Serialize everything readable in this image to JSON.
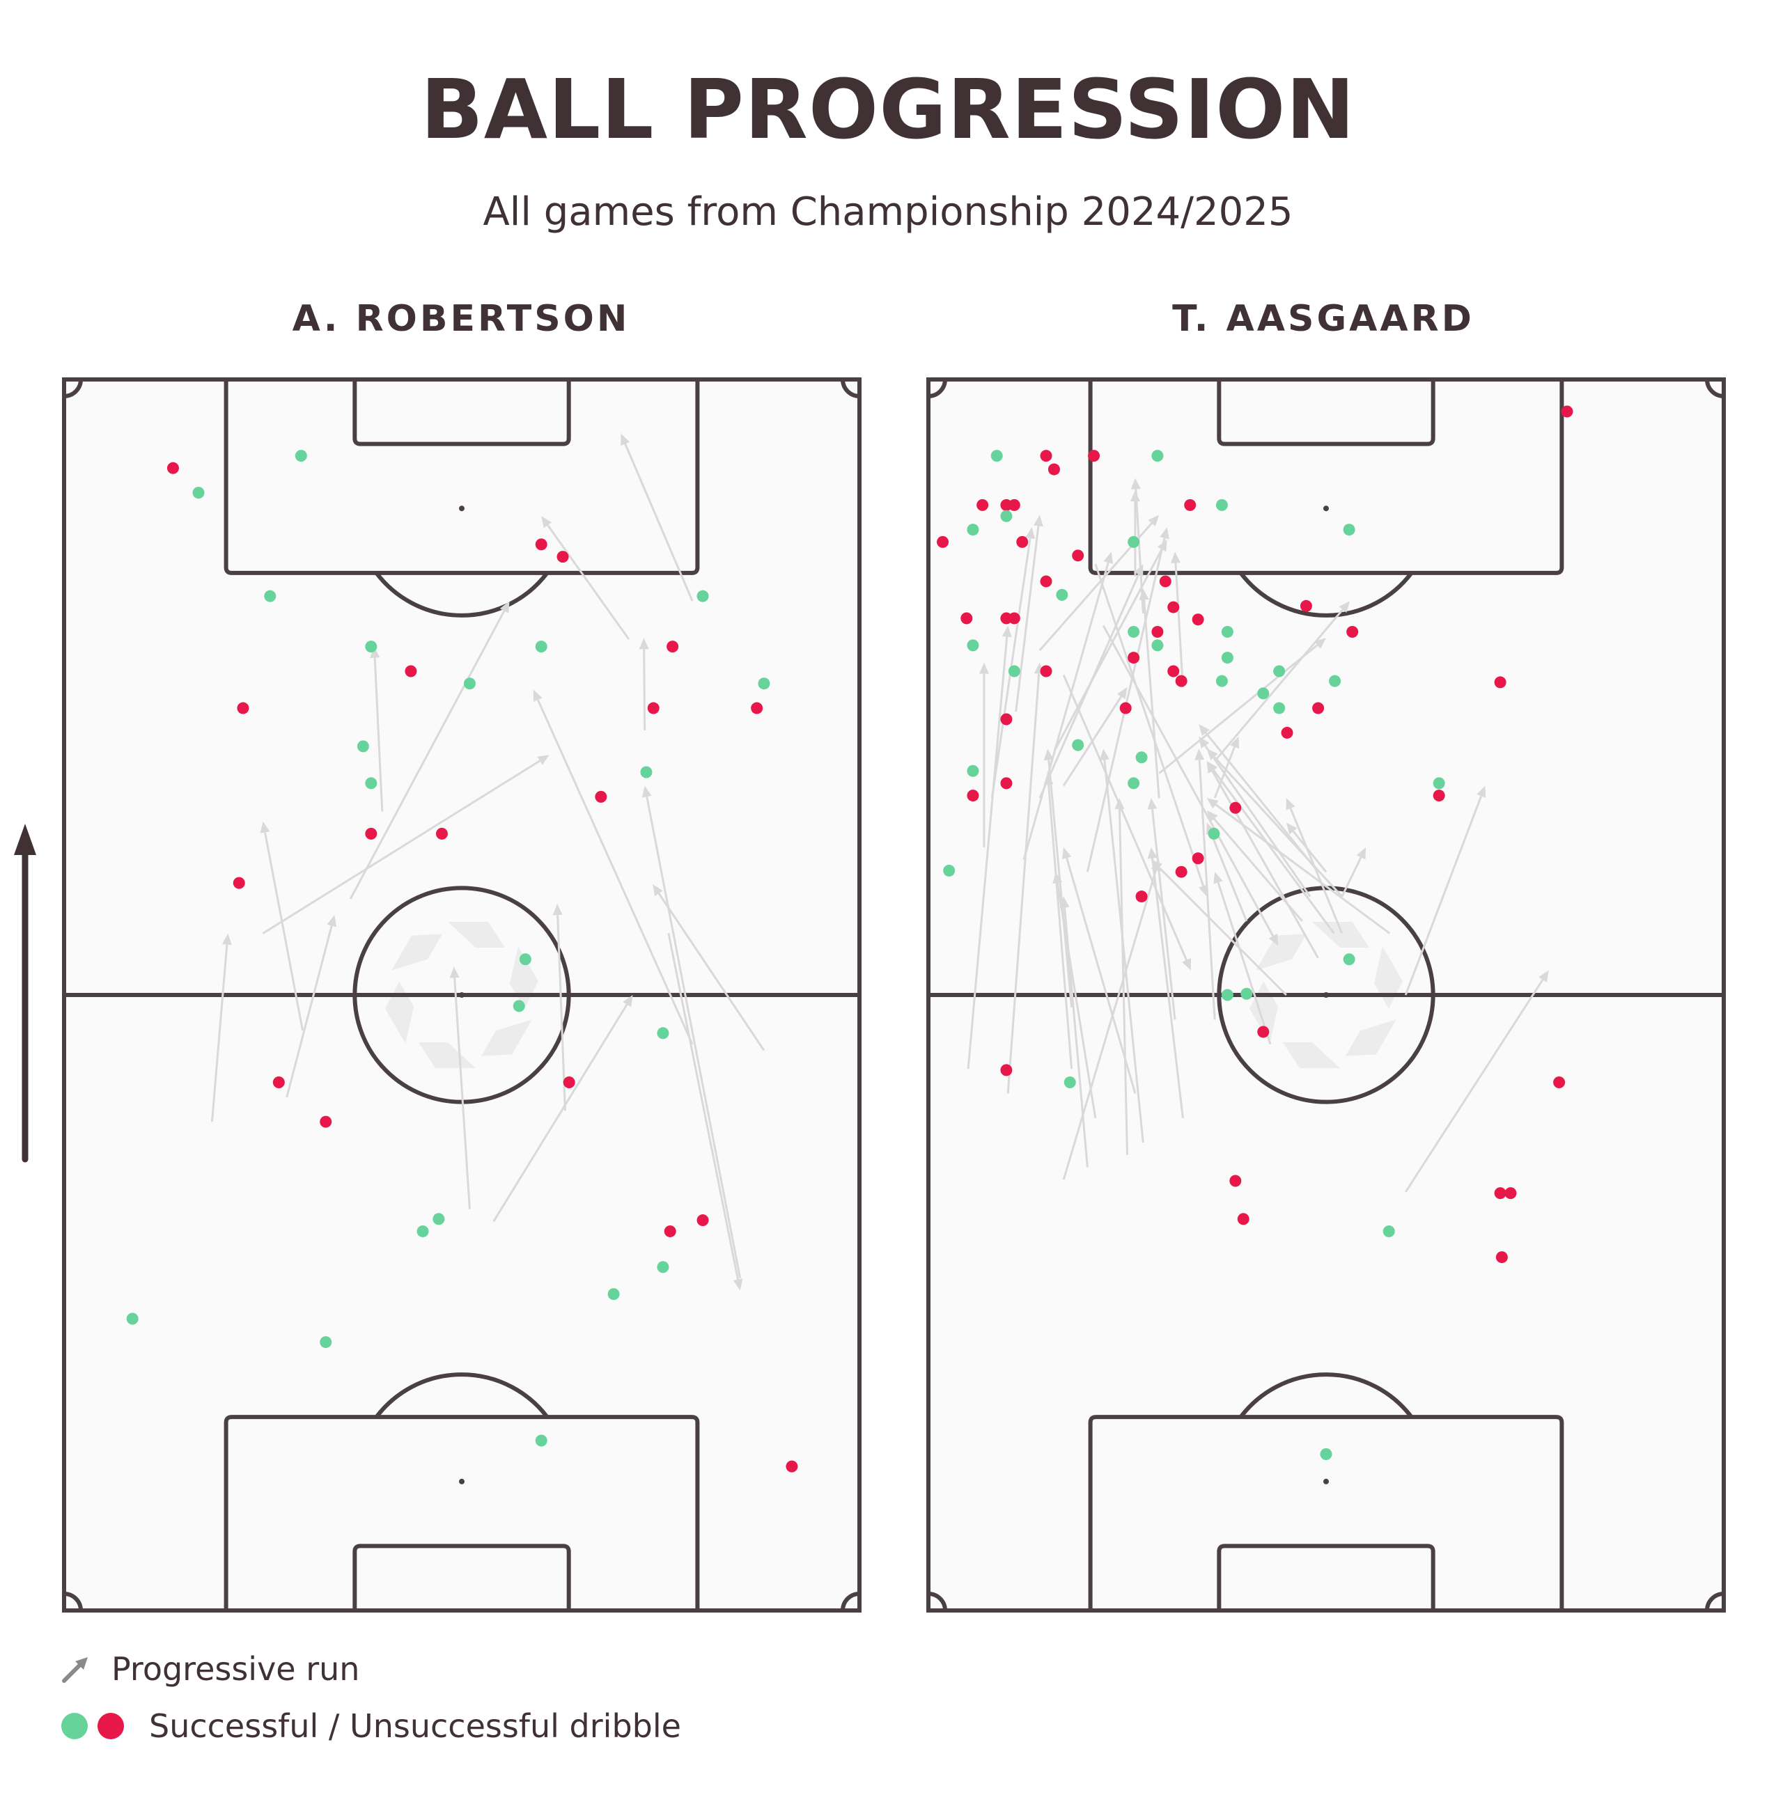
{
  "header": {
    "title": "BALL PROGRESSION",
    "subtitle": "All games from Championship 2024/2025"
  },
  "legend": {
    "run_label": "Progressive run",
    "dribble_label": "Successful / Unsuccessful dribble"
  },
  "colors": {
    "success": "#66d39b",
    "fail": "#e8174a",
    "arrow": "#d9d9d9",
    "line": "#4a3f42",
    "pitch_fill": "#fafafa",
    "direction_arrow": "#3f3134"
  },
  "icons": {
    "direction": "arrow-up-icon",
    "run": "arrow-diagonal-icon",
    "center_logo": "star-logo-icon"
  },
  "chart_data": [
    {
      "type": "scatter",
      "title": "A. ROBERTSON",
      "coordinate_space": {
        "x": [
          0,
          100
        ],
        "y": [
          0,
          100
        ],
        "y_direction": "attacking-up"
      },
      "dribbles": [
        {
          "x": 13.7,
          "y": 92.8,
          "success": false
        },
        {
          "x": 16.9,
          "y": 90.8,
          "success": true
        },
        {
          "x": 29.8,
          "y": 93.8,
          "success": true
        },
        {
          "x": 60.0,
          "y": 86.6,
          "success": false
        },
        {
          "x": 62.7,
          "y": 85.6,
          "success": false
        },
        {
          "x": 25.9,
          "y": 82.4,
          "success": true
        },
        {
          "x": 80.3,
          "y": 82.4,
          "success": true
        },
        {
          "x": 38.6,
          "y": 78.3,
          "success": true
        },
        {
          "x": 60.0,
          "y": 78.3,
          "success": true
        },
        {
          "x": 76.5,
          "y": 78.3,
          "success": false
        },
        {
          "x": 43.6,
          "y": 76.3,
          "success": false
        },
        {
          "x": 51.0,
          "y": 75.3,
          "success": true
        },
        {
          "x": 88.0,
          "y": 75.3,
          "success": true
        },
        {
          "x": 22.5,
          "y": 73.3,
          "success": false
        },
        {
          "x": 74.1,
          "y": 73.3,
          "success": false
        },
        {
          "x": 87.1,
          "y": 73.3,
          "success": false
        },
        {
          "x": 37.6,
          "y": 70.2,
          "success": true
        },
        {
          "x": 73.2,
          "y": 68.1,
          "success": true
        },
        {
          "x": 38.6,
          "y": 67.2,
          "success": true
        },
        {
          "x": 67.5,
          "y": 66.1,
          "success": false
        },
        {
          "x": 38.6,
          "y": 63.1,
          "success": false
        },
        {
          "x": 47.5,
          "y": 63.1,
          "success": false
        },
        {
          "x": 22.0,
          "y": 59.1,
          "success": false
        },
        {
          "x": 58.0,
          "y": 52.9,
          "success": true
        },
        {
          "x": 57.2,
          "y": 49.1,
          "success": true
        },
        {
          "x": 75.3,
          "y": 46.9,
          "success": true
        },
        {
          "x": 27.0,
          "y": 42.9,
          "success": false
        },
        {
          "x": 63.5,
          "y": 42.9,
          "success": false
        },
        {
          "x": 32.9,
          "y": 39.7,
          "success": false
        },
        {
          "x": 47.1,
          "y": 31.8,
          "success": true
        },
        {
          "x": 45.1,
          "y": 30.8,
          "success": true
        },
        {
          "x": 76.2,
          "y": 30.8,
          "success": false
        },
        {
          "x": 80.3,
          "y": 31.7,
          "success": false
        },
        {
          "x": 75.3,
          "y": 27.9,
          "success": true
        },
        {
          "x": 69.1,
          "y": 25.7,
          "success": true
        },
        {
          "x": 8.6,
          "y": 23.7,
          "success": true
        },
        {
          "x": 32.9,
          "y": 21.8,
          "success": true
        },
        {
          "x": 60.0,
          "y": 13.8,
          "success": true
        },
        {
          "x": 91.5,
          "y": 11.7,
          "success": false
        }
      ],
      "runs": [
        {
          "x1": 18.6,
          "y1": 39.7,
          "x2": 20.6,
          "y2": 55.0
        },
        {
          "x1": 30.0,
          "y1": 47.1,
          "x2": 25.0,
          "y2": 64.1
        },
        {
          "x1": 28.0,
          "y1": 41.7,
          "x2": 34.0,
          "y2": 56.5
        },
        {
          "x1": 25.0,
          "y1": 55.0,
          "x2": 61.0,
          "y2": 69.5
        },
        {
          "x1": 36.0,
          "y1": 57.8,
          "x2": 56.0,
          "y2": 82.0
        },
        {
          "x1": 40.0,
          "y1": 64.9,
          "x2": 39.0,
          "y2": 78.3
        },
        {
          "x1": 73.0,
          "y1": 71.5,
          "x2": 72.9,
          "y2": 79.0
        },
        {
          "x1": 71.0,
          "y1": 78.9,
          "x2": 60.0,
          "y2": 88.9
        },
        {
          "x1": 79.0,
          "y1": 82.0,
          "x2": 70.0,
          "y2": 95.6
        },
        {
          "x1": 79.0,
          "y1": 46.0,
          "x2": 59.0,
          "y2": 74.8
        },
        {
          "x1": 88.0,
          "y1": 45.5,
          "x2": 74.0,
          "y2": 59.0
        },
        {
          "x1": 85.0,
          "y1": 27.0,
          "x2": 73.0,
          "y2": 67.0
        },
        {
          "x1": 76.0,
          "y1": 55.0,
          "x2": 85.0,
          "y2": 26.0
        },
        {
          "x1": 63.0,
          "y1": 40.6,
          "x2": 62.0,
          "y2": 57.4
        },
        {
          "x1": 54.0,
          "y1": 31.6,
          "x2": 71.5,
          "y2": 50.0
        },
        {
          "x1": 51.0,
          "y1": 32.6,
          "x2": 49.0,
          "y2": 52.3
        }
      ]
    },
    {
      "type": "scatter",
      "title": "T. AASGAARD",
      "coordinate_space": {
        "x": [
          0,
          100
        ],
        "y": [
          0,
          100
        ],
        "y_direction": "attacking-up"
      },
      "dribbles": [
        {
          "x": 80.3,
          "y": 97.4,
          "success": false
        },
        {
          "x": 8.6,
          "y": 93.8,
          "success": true
        },
        {
          "x": 14.8,
          "y": 93.8,
          "success": false
        },
        {
          "x": 20.8,
          "y": 93.8,
          "success": false
        },
        {
          "x": 28.8,
          "y": 93.8,
          "success": true
        },
        {
          "x": 15.8,
          "y": 92.7,
          "success": false
        },
        {
          "x": 6.8,
          "y": 89.8,
          "success": false
        },
        {
          "x": 9.8,
          "y": 89.8,
          "success": false
        },
        {
          "x": 10.8,
          "y": 89.8,
          "success": false
        },
        {
          "x": 32.9,
          "y": 89.8,
          "success": false
        },
        {
          "x": 36.9,
          "y": 89.8,
          "success": true
        },
        {
          "x": 9.8,
          "y": 88.9,
          "success": true
        },
        {
          "x": 5.6,
          "y": 87.8,
          "success": true
        },
        {
          "x": 52.9,
          "y": 87.8,
          "success": true
        },
        {
          "x": 1.8,
          "y": 86.8,
          "success": false
        },
        {
          "x": 11.8,
          "y": 86.8,
          "success": false
        },
        {
          "x": 25.8,
          "y": 86.8,
          "success": true
        },
        {
          "x": 18.8,
          "y": 85.7,
          "success": false
        },
        {
          "x": 14.8,
          "y": 83.6,
          "success": false
        },
        {
          "x": 29.8,
          "y": 83.6,
          "success": false
        },
        {
          "x": 16.8,
          "y": 82.5,
          "success": true
        },
        {
          "x": 30.8,
          "y": 81.5,
          "success": false
        },
        {
          "x": 47.5,
          "y": 81.6,
          "success": false
        },
        {
          "x": 4.8,
          "y": 80.6,
          "success": false
        },
        {
          "x": 9.8,
          "y": 80.6,
          "success": false
        },
        {
          "x": 10.8,
          "y": 80.6,
          "success": false
        },
        {
          "x": 33.9,
          "y": 80.5,
          "success": false
        },
        {
          "x": 25.8,
          "y": 79.5,
          "success": true
        },
        {
          "x": 28.8,
          "y": 79.5,
          "success": false
        },
        {
          "x": 37.6,
          "y": 79.5,
          "success": true
        },
        {
          "x": 53.3,
          "y": 79.5,
          "success": false
        },
        {
          "x": 5.6,
          "y": 78.4,
          "success": true
        },
        {
          "x": 28.8,
          "y": 78.4,
          "success": true
        },
        {
          "x": 25.8,
          "y": 77.4,
          "success": false
        },
        {
          "x": 37.6,
          "y": 77.4,
          "success": true
        },
        {
          "x": 10.8,
          "y": 76.3,
          "success": true
        },
        {
          "x": 14.8,
          "y": 76.3,
          "success": false
        },
        {
          "x": 30.8,
          "y": 76.3,
          "success": false
        },
        {
          "x": 44.1,
          "y": 76.3,
          "success": true
        },
        {
          "x": 31.8,
          "y": 75.5,
          "success": false
        },
        {
          "x": 36.9,
          "y": 75.5,
          "success": true
        },
        {
          "x": 51.1,
          "y": 75.5,
          "success": true
        },
        {
          "x": 71.9,
          "y": 75.4,
          "success": false
        },
        {
          "x": 42.1,
          "y": 74.5,
          "success": true
        },
        {
          "x": 24.8,
          "y": 73.3,
          "success": false
        },
        {
          "x": 44.1,
          "y": 73.3,
          "success": true
        },
        {
          "x": 49.0,
          "y": 73.3,
          "success": false
        },
        {
          "x": 9.8,
          "y": 72.4,
          "success": false
        },
        {
          "x": 45.1,
          "y": 71.3,
          "success": false
        },
        {
          "x": 18.8,
          "y": 70.3,
          "success": true
        },
        {
          "x": 26.8,
          "y": 69.3,
          "success": true
        },
        {
          "x": 5.6,
          "y": 68.2,
          "success": true
        },
        {
          "x": 64.2,
          "y": 67.2,
          "success": true
        },
        {
          "x": 9.8,
          "y": 67.2,
          "success": false
        },
        {
          "x": 25.8,
          "y": 67.2,
          "success": true
        },
        {
          "x": 64.2,
          "y": 66.2,
          "success": false
        },
        {
          "x": 5.6,
          "y": 66.2,
          "success": false
        },
        {
          "x": 38.6,
          "y": 65.2,
          "success": false
        },
        {
          "x": 35.9,
          "y": 63.1,
          "success": true
        },
        {
          "x": 2.6,
          "y": 60.1,
          "success": true
        },
        {
          "x": 33.9,
          "y": 61.1,
          "success": false
        },
        {
          "x": 31.8,
          "y": 60.0,
          "success": false
        },
        {
          "x": 26.8,
          "y": 58.0,
          "success": false
        },
        {
          "x": 52.9,
          "y": 52.9,
          "success": true
        },
        {
          "x": 40.0,
          "y": 50.1,
          "success": true
        },
        {
          "x": 37.6,
          "y": 50.0,
          "success": true
        },
        {
          "x": 42.1,
          "y": 47.0,
          "success": false
        },
        {
          "x": 9.8,
          "y": 43.9,
          "success": false
        },
        {
          "x": 17.8,
          "y": 42.9,
          "success": true
        },
        {
          "x": 79.3,
          "y": 42.9,
          "success": false
        },
        {
          "x": 38.6,
          "y": 34.9,
          "success": false
        },
        {
          "x": 39.6,
          "y": 31.8,
          "success": false
        },
        {
          "x": 71.9,
          "y": 33.9,
          "success": false
        },
        {
          "x": 73.2,
          "y": 33.9,
          "success": false
        },
        {
          "x": 57.9,
          "y": 30.8,
          "success": true
        },
        {
          "x": 72.1,
          "y": 28.7,
          "success": false
        },
        {
          "x": 50.0,
          "y": 12.7,
          "success": true
        }
      ],
      "runs": [
        {
          "x1": 5.0,
          "y1": 44.0,
          "x2": 10.0,
          "y2": 80.0
        },
        {
          "x1": 7.0,
          "y1": 62.0,
          "x2": 7.0,
          "y2": 77.0
        },
        {
          "x1": 8.0,
          "y1": 66.0,
          "x2": 13.0,
          "y2": 88.0
        },
        {
          "x1": 11.0,
          "y1": 73.0,
          "x2": 14.0,
          "y2": 89.0
        },
        {
          "x1": 10.0,
          "y1": 42.0,
          "x2": 14.0,
          "y2": 77.0
        },
        {
          "x1": 12.0,
          "y1": 61.0,
          "x2": 23.0,
          "y2": 86.0
        },
        {
          "x1": 14.0,
          "y1": 66.0,
          "x2": 27.0,
          "y2": 85.0
        },
        {
          "x1": 14.0,
          "y1": 78.0,
          "x2": 29.0,
          "y2": 89.0
        },
        {
          "x1": 17.0,
          "y1": 67.0,
          "x2": 25.0,
          "y2": 75.0
        },
        {
          "x1": 16.0,
          "y1": 70.0,
          "x2": 30.0,
          "y2": 87.0
        },
        {
          "x1": 18.0,
          "y1": 49.0,
          "x2": 15.0,
          "y2": 70.0
        },
        {
          "x1": 20.0,
          "y1": 60.0,
          "x2": 30.0,
          "y2": 88.0
        },
        {
          "x1": 21.0,
          "y1": 85.0,
          "x2": 35.0,
          "y2": 58.0
        },
        {
          "x1": 22.0,
          "y1": 80.0,
          "x2": 44.0,
          "y2": 54.0
        },
        {
          "x1": 26.0,
          "y1": 84.0,
          "x2": 26.0,
          "y2": 91.0
        },
        {
          "x1": 27.0,
          "y1": 81.0,
          "x2": 26.0,
          "y2": 92.0
        },
        {
          "x1": 32.0,
          "y1": 75.0,
          "x2": 31.0,
          "y2": 86.0
        },
        {
          "x1": 29.0,
          "y1": 66.0,
          "x2": 27.0,
          "y2": 83.0
        },
        {
          "x1": 36.0,
          "y1": 69.0,
          "x2": 53.0,
          "y2": 82.0
        },
        {
          "x1": 17.0,
          "y1": 76.0,
          "x2": 33.0,
          "y2": 52.0
        },
        {
          "x1": 27.0,
          "y1": 38.0,
          "x2": 22.0,
          "y2": 70.0
        },
        {
          "x1": 18.0,
          "y1": 44.0,
          "x2": 15.0,
          "y2": 68.0
        },
        {
          "x1": 26.0,
          "y1": 42.0,
          "x2": 17.0,
          "y2": 62.0
        },
        {
          "x1": 21.0,
          "y1": 40.0,
          "x2": 16.0,
          "y2": 60.0
        },
        {
          "x1": 20.0,
          "y1": 36.0,
          "x2": 17.0,
          "y2": 58.0
        },
        {
          "x1": 17.0,
          "y1": 35.0,
          "x2": 29.0,
          "y2": 61.0
        },
        {
          "x1": 25.0,
          "y1": 37.0,
          "x2": 24.0,
          "y2": 66.0
        },
        {
          "x1": 32.0,
          "y1": 40.0,
          "x2": 28.0,
          "y2": 62.0
        },
        {
          "x1": 31.0,
          "y1": 48.0,
          "x2": 28.0,
          "y2": 66.0
        },
        {
          "x1": 36.0,
          "y1": 48.0,
          "x2": 34.0,
          "y2": 70.0
        },
        {
          "x1": 43.0,
          "y1": 46.0,
          "x2": 36.0,
          "y2": 60.0
        },
        {
          "x1": 45.0,
          "y1": 50.0,
          "x2": 28.0,
          "y2": 61.0
        },
        {
          "x1": 48.0,
          "y1": 58.0,
          "x2": 34.0,
          "y2": 71.0
        },
        {
          "x1": 47.0,
          "y1": 56.0,
          "x2": 35.0,
          "y2": 65.0
        },
        {
          "x1": 52.0,
          "y1": 58.0,
          "x2": 35.0,
          "y2": 70.0
        },
        {
          "x1": 49.0,
          "y1": 60.0,
          "x2": 34.0,
          "y2": 72.0
        },
        {
          "x1": 51.0,
          "y1": 55.0,
          "x2": 35.0,
          "y2": 69.0
        },
        {
          "x1": 58.0,
          "y1": 55.0,
          "x2": 35.0,
          "y2": 66.0
        },
        {
          "x1": 40.0,
          "y1": 56.0,
          "x2": 35.0,
          "y2": 64.0
        },
        {
          "x1": 36.0,
          "y1": 66.0,
          "x2": 39.0,
          "y2": 71.0
        },
        {
          "x1": 50.0,
          "y1": 60.0,
          "x2": 45.0,
          "y2": 64.0
        },
        {
          "x1": 52.0,
          "y1": 58.0,
          "x2": 55.0,
          "y2": 62.0
        },
        {
          "x1": 29.0,
          "y1": 68.0,
          "x2": 50.0,
          "y2": 79.0
        },
        {
          "x1": 60.0,
          "y1": 34.0,
          "x2": 78.0,
          "y2": 52.0
        },
        {
          "x1": 60.0,
          "y1": 50.0,
          "x2": 70.0,
          "y2": 67.0
        },
        {
          "x1": 49.0,
          "y1": 53.0,
          "x2": 35.0,
          "y2": 69.0
        },
        {
          "x1": 52.0,
          "y1": 55.0,
          "x2": 45.0,
          "y2": 66.0
        }
      ]
    }
  ]
}
